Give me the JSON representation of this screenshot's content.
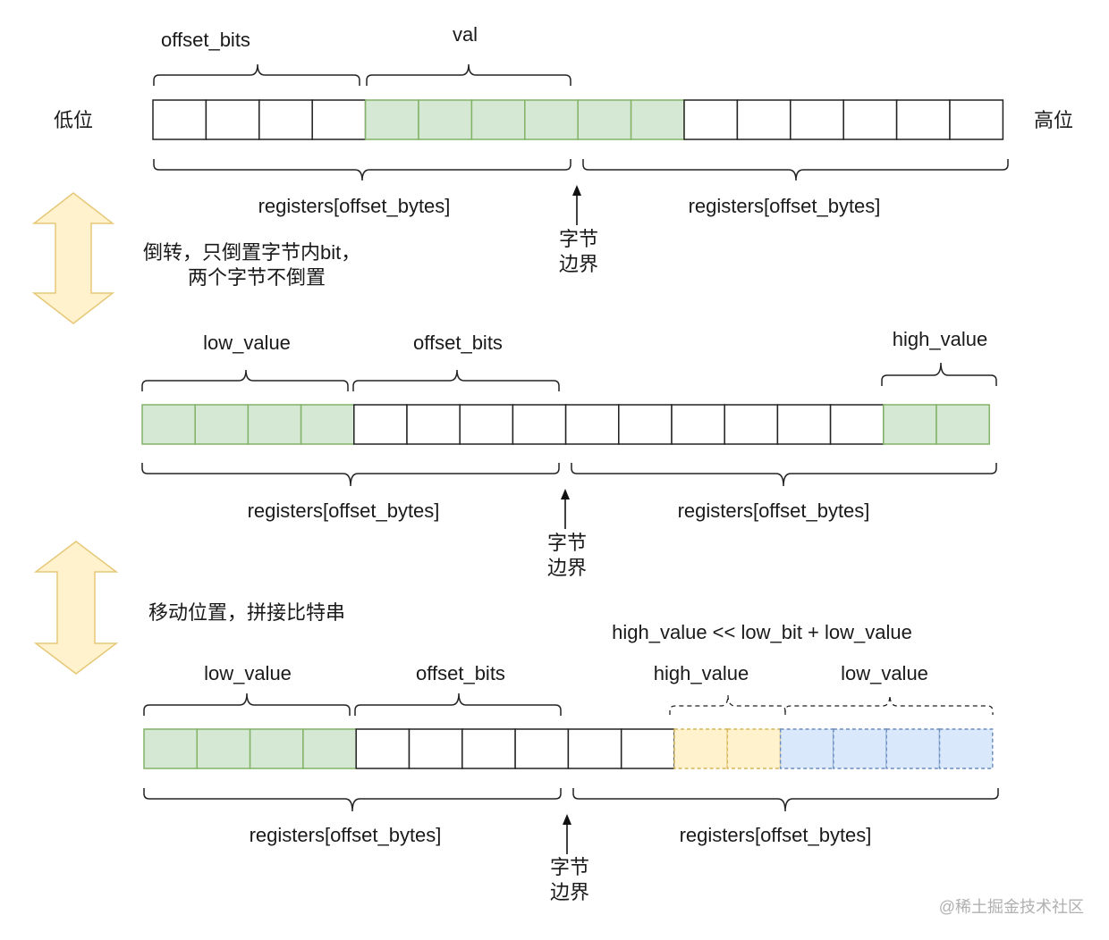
{
  "colors": {
    "green": "#d5e8d4",
    "green_border": "#82b366",
    "yellow": "#fff2cc",
    "yellow_border": "#d6b656",
    "blue": "#dae8fc",
    "blue_border": "#6c8ebf",
    "arrow_fill": "#fff2cc",
    "arrow_border": "#e6c878"
  },
  "labels": {
    "low_side": "低位",
    "high_side": "高位",
    "byte_boundary_line1": "字节",
    "byte_boundary_line2": "边界",
    "register": "registers[offset_bytes]",
    "offset_bits": "offset_bits",
    "val": "val",
    "low_value": "low_value",
    "high_value": "high_value",
    "reverse_note_line1": "倒转，只倒置字节内bit，",
    "reverse_note_line2": "两个字节不倒置",
    "move_note": "移动位置，拼接比特串",
    "formula": "high_value << low_bit + low_value",
    "watermark": "@稀土掘金技术社区"
  },
  "rows": [
    {
      "cells": [
        "none",
        "none",
        "none",
        "none",
        "green",
        "green",
        "green",
        "green",
        "green",
        "green",
        "none",
        "none",
        "none",
        "none",
        "none",
        "none"
      ]
    },
    {
      "cells": [
        "green",
        "green",
        "green",
        "green",
        "none",
        "none",
        "none",
        "none",
        "none",
        "none",
        "none",
        "none",
        "none",
        "none",
        "green",
        "green"
      ]
    },
    {
      "cells": [
        "green",
        "green",
        "green",
        "green",
        "none",
        "none",
        "none",
        "none",
        "none",
        "none",
        "yellow",
        "yellow",
        "blue",
        "blue",
        "blue",
        "blue"
      ]
    }
  ],
  "icons": [
    "double-arrow-icon",
    "up-arrow-icon",
    "curly-brace-icon"
  ]
}
